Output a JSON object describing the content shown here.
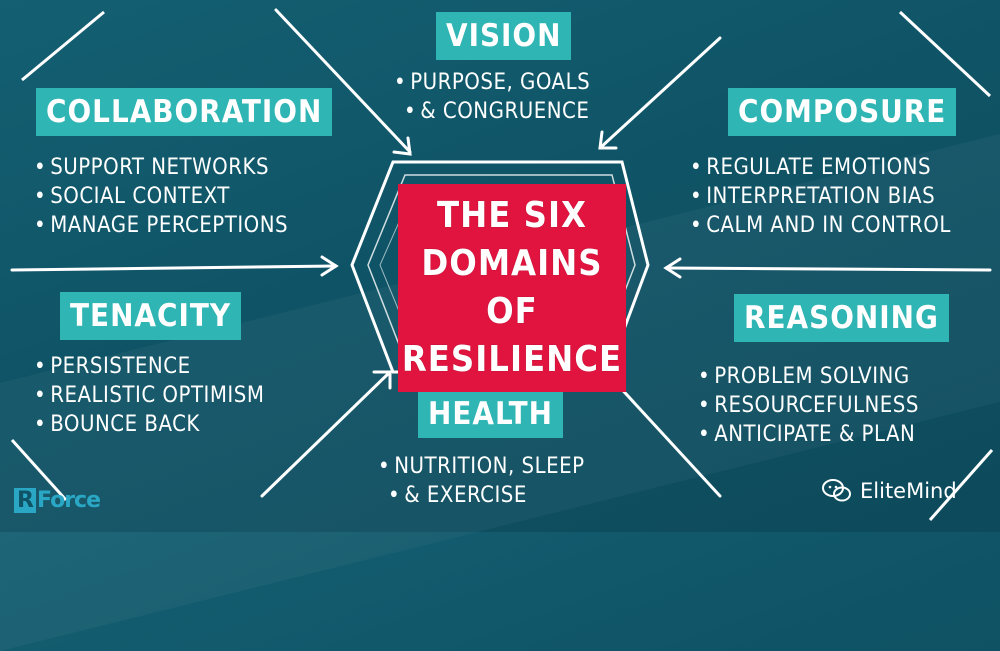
{
  "center": {
    "title": "THE SIX DOMAINS OF RESILIENCE"
  },
  "domains": {
    "vision": {
      "title": "VISION",
      "items": [
        "PURPOSE, GOALS",
        "& CONGRUENCE"
      ]
    },
    "collaboration": {
      "title": "COLLABORATION",
      "items": [
        "SUPPORT NETWORKS",
        "SOCIAL CONTEXT",
        "MANAGE PERCEPTIONS"
      ]
    },
    "composure": {
      "title": "COMPOSURE",
      "items": [
        "REGULATE EMOTIONS",
        "INTERPRETATION BIAS",
        "CALM AND IN CONTROL"
      ]
    },
    "tenacity": {
      "title": "TENACITY",
      "items": [
        "PERSISTENCE",
        "REALISTIC OPTIMISM",
        "BOUNCE BACK"
      ]
    },
    "reasoning": {
      "title": "REASONING",
      "items": [
        "PROBLEM SOLVING",
        "RESOURCEFULNESS",
        "ANTICIPATE & PLAN"
      ]
    },
    "health": {
      "title": "HEALTH",
      "items": [
        "NUTRITION, SLEEP",
        "& EXERCISE"
      ]
    }
  },
  "branding": {
    "left_logo_letter": "R",
    "left_logo_text": "Force",
    "right_text": "EliteMind",
    "right_icon": "wechat-icon"
  },
  "colors": {
    "background": "#0f5466",
    "title_box": "#2fb5b3",
    "center_box": "#e0143f",
    "text": "#ffffff"
  }
}
